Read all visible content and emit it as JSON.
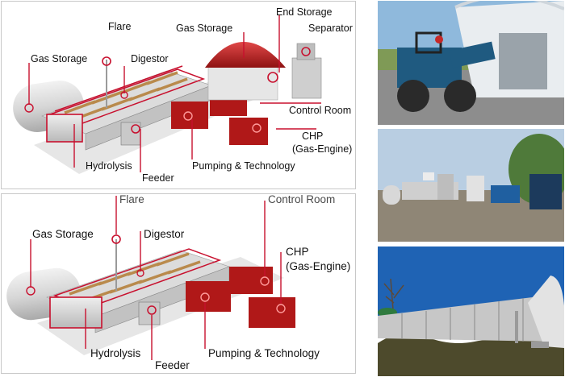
{
  "top_diagram": {
    "labels": {
      "gas_storage": "Gas Storage",
      "flare": "Flare",
      "digestor": "Digestor",
      "gas_storage_dome": "Gas Storage",
      "end_storage": "End Storage",
      "separator": "Separator",
      "control_room": "Control Room",
      "chp_line1": "CHP",
      "chp_line2": "(Gas-Engine)",
      "hydrolysis": "Hydrolysis",
      "feeder": "Feeder",
      "pumping": "Pumping & Technology"
    }
  },
  "bottom_diagram": {
    "labels": {
      "flare": "Flare",
      "control_room": "Control Room",
      "gas_storage": "Gas Storage",
      "digestor": "Digestor",
      "chp_line1": "CHP",
      "chp_line2": "(Gas-Engine)",
      "hydrolysis": "Hydrolysis",
      "feeder": "Feeder",
      "pumping": "Pumping & Technology"
    }
  },
  "colors": {
    "callout": "#c8102e",
    "container": "#b01818",
    "dome": "#c62828",
    "tank": "#d9d9d9"
  }
}
